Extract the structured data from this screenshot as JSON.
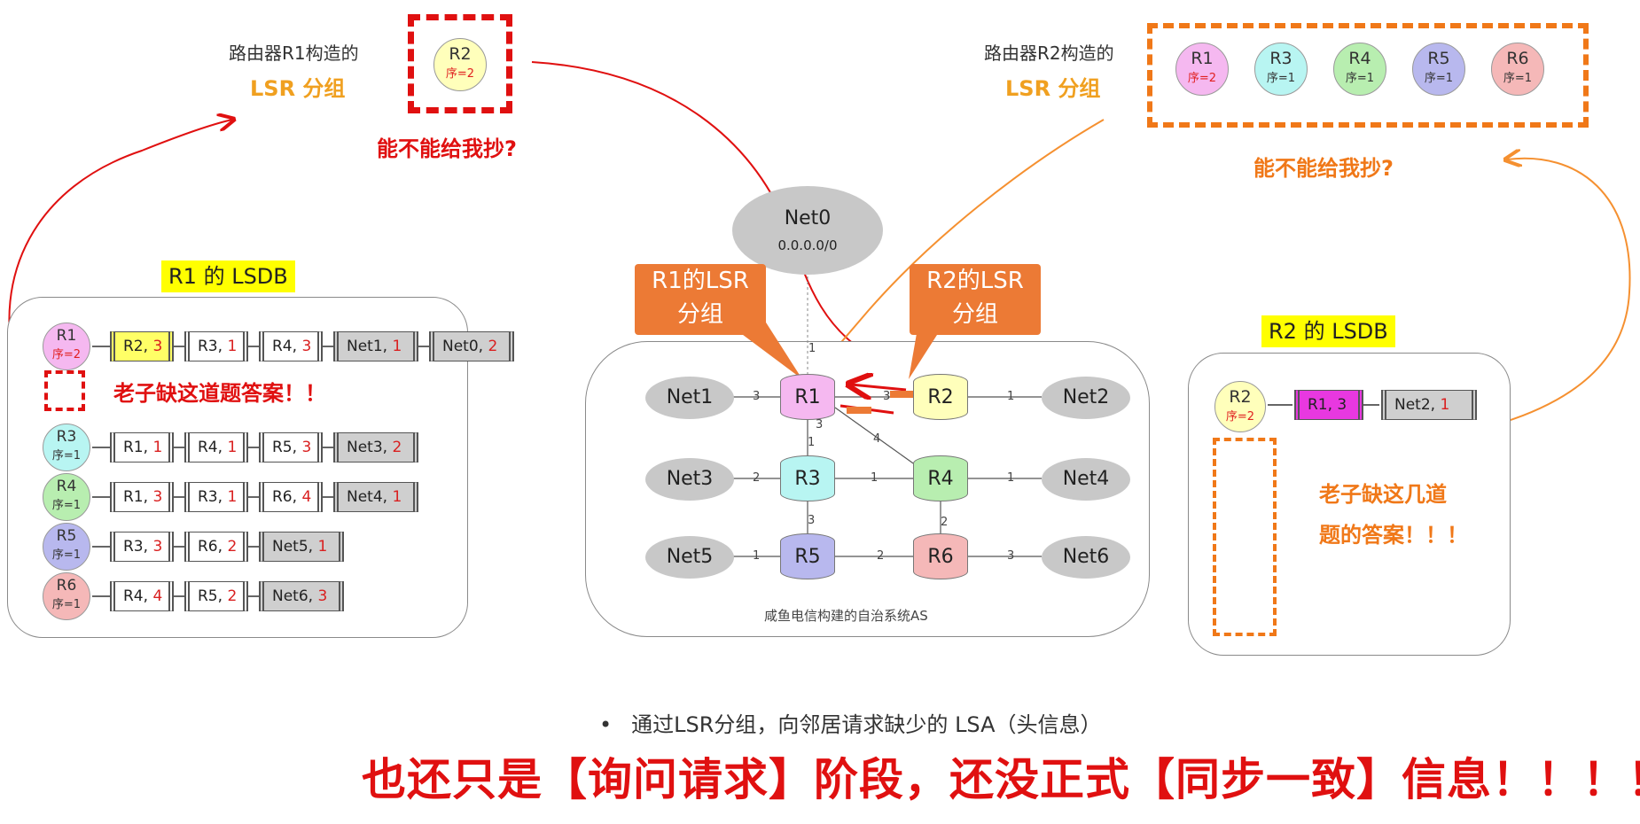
{
  "top_left": {
    "label": "路由器R1构造的",
    "sub": "LSR 分组",
    "packet": {
      "name": "R2",
      "seq": "序=2"
    },
    "question": "能不能给我抄?"
  },
  "top_right": {
    "label": "路由器R2构造的",
    "sub": "LSR 分组",
    "packets": [
      {
        "name": "R1",
        "seq": "序=2",
        "color": "#f5b8f0"
      },
      {
        "name": "R3",
        "seq": "序=1",
        "color": "#b8f5f2"
      },
      {
        "name": "R4",
        "seq": "序=1",
        "color": "#b8eeb0"
      },
      {
        "name": "R5",
        "seq": "序=1",
        "color": "#b8b8ee"
      },
      {
        "name": "R6",
        "seq": "序=1",
        "color": "#f5b8b8"
      }
    ],
    "question": "能不能给我抄?"
  },
  "r1_lsdb": {
    "title": "R1 的 LSDB",
    "missing_text": "老子缺这道题答案！！",
    "rows": [
      {
        "router": "R1",
        "seq": "序=2",
        "color": "#f5b8f0",
        "cells": [
          [
            "R2, ",
            "3"
          ],
          [
            "R3, ",
            "1"
          ],
          [
            "R4, ",
            "3"
          ],
          [
            "Net1, ",
            "1"
          ],
          [
            "Net0, ",
            "2"
          ]
        ]
      },
      {
        "router": "R3",
        "seq": "序=1",
        "color": "#b8f5f2",
        "cells": [
          [
            "R1, ",
            "1"
          ],
          [
            "R4, ",
            "1"
          ],
          [
            "R5, ",
            "3"
          ],
          [
            "Net3, ",
            "2"
          ]
        ]
      },
      {
        "router": "R4",
        "seq": "序=1",
        "color": "#b8eeb0",
        "cells": [
          [
            "R1, ",
            "3"
          ],
          [
            "R3, ",
            "1"
          ],
          [
            "R6, ",
            "4"
          ],
          [
            "Net4, ",
            "1"
          ]
        ]
      },
      {
        "router": "R5",
        "seq": "序=1",
        "color": "#b8b8ee",
        "cells": [
          [
            "R3, ",
            "3"
          ],
          [
            "R6, ",
            "2"
          ],
          [
            "Net5, ",
            "1"
          ]
        ]
      },
      {
        "router": "R6",
        "seq": "序=1",
        "color": "#f5b8b8",
        "cells": [
          [
            "R4, ",
            "4"
          ],
          [
            "R5, ",
            "2"
          ],
          [
            "Net6, ",
            "3"
          ]
        ]
      }
    ]
  },
  "r2_lsdb": {
    "title": "R2 的 LSDB",
    "router": "R2",
    "seq": "序=2",
    "cells": [
      [
        "R1, 3",
        ""
      ],
      [
        "Net2, ",
        "1"
      ]
    ],
    "missing_text_1": "老子缺这几道",
    "missing_text_2": "题的答案！！！"
  },
  "network": {
    "caption": "咸鱼电信构建的自治系统AS",
    "net0": {
      "name": "Net0",
      "addr": "0.0.0.0/0"
    },
    "callout_r1": [
      "R1的LSR",
      "分组"
    ],
    "callout_r2": [
      "R2的LSR",
      "分组"
    ],
    "routers": [
      "R1",
      "R2",
      "R3",
      "R4",
      "R5",
      "R6"
    ],
    "nets": [
      "Net1",
      "Net2",
      "Net3",
      "Net4",
      "Net5",
      "Net6"
    ],
    "edge_labels": [
      "1",
      "3",
      "1",
      "2",
      "1",
      "1",
      "1",
      "3",
      "3",
      "4",
      "1",
      "2",
      "3",
      "2",
      "3"
    ]
  },
  "bullet": "通过LSR分组，向邻居请求缺少的 LSA（头信息）",
  "headline": "也还只是【询问请求】阶段，还没正式【同步一致】信息！！！！",
  "colors": {
    "red": "#e01010",
    "orange": "#f07818",
    "lsr_orange": "#ec7a35"
  }
}
